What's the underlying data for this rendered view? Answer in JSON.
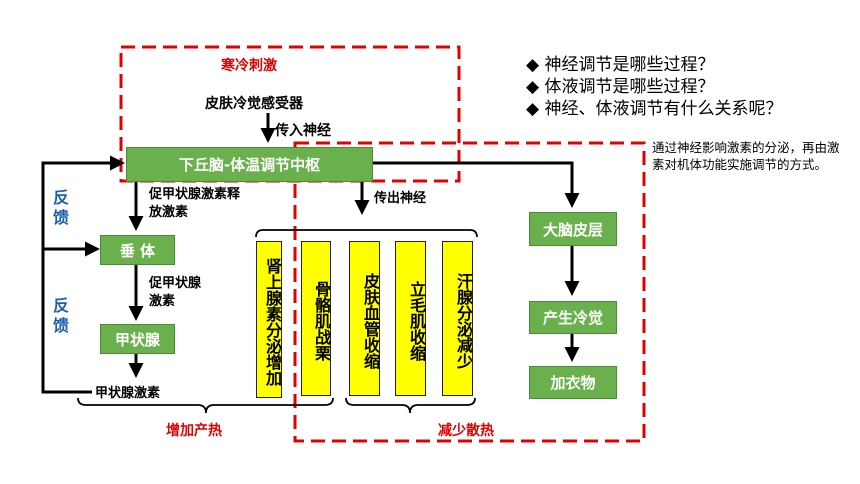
{
  "stimulus": "寒冷刺激",
  "receptor": "皮肤冷觉感受器",
  "afferent": "传入神经",
  "center": "下丘脑-体温调节中枢",
  "efferent": "传出神经",
  "trh": "促甲状腺激素释放激素",
  "pituitary": "垂 体",
  "tsh": "促甲状腺激素",
  "thyroid": "甲状腺",
  "thyroxine": "甲状腺激素",
  "feedback": [
    "反馈",
    "反馈"
  ],
  "effectors": [
    "肾上腺素分泌增加",
    "骨骼肌战栗",
    "皮肤血管收缩",
    "立毛肌收缩",
    "汗腺分泌减少"
  ],
  "cortex_chain": [
    "大脑皮层",
    "产生冷觉",
    "加衣物"
  ],
  "increase_heat": "增加产热",
  "reduce_heat": "减少散热",
  "questions": [
    "神经调节是哪些过程？",
    "体液调节是哪些过程？",
    "神经、体液调节有什么关系呢？"
  ],
  "note": "通过神经影响激素的分泌，再由激素对机体功能实施调节的方式。",
  "colors": {
    "green": "#6ab04c",
    "yellow": "#ffff00",
    "red": "#e00000",
    "blue": "#1f5fb0"
  }
}
